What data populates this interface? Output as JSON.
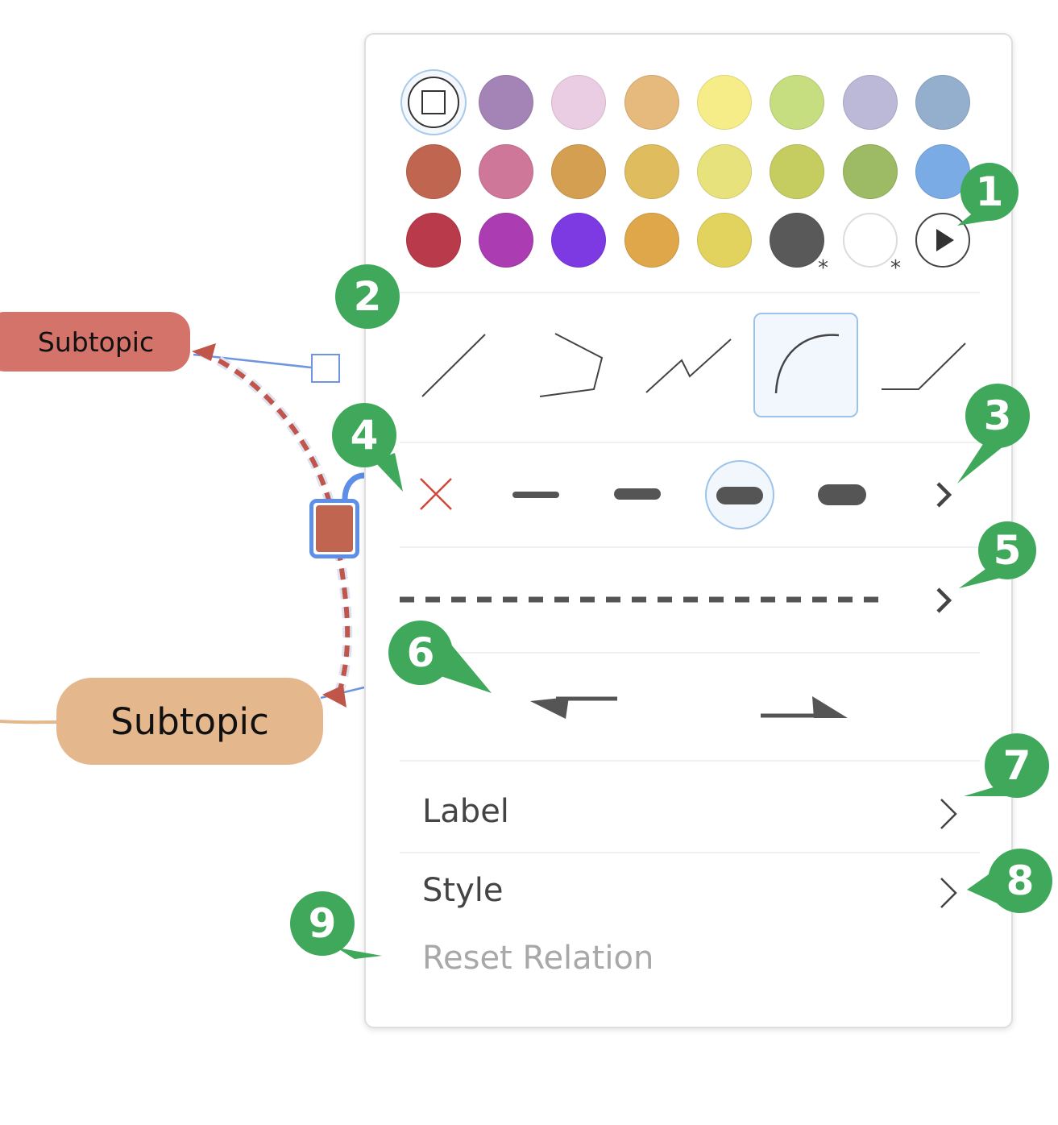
{
  "canvas": {
    "topics": [
      {
        "label": "Subtopic",
        "color": "#d4736a"
      },
      {
        "label": "Subtopic",
        "color": "#e5b78c"
      }
    ],
    "relation_color": "#c0554a",
    "connector_color": "#6f95e0"
  },
  "panel": {
    "colors": {
      "row1": [
        "none",
        "#a484b6",
        "#ebcde3",
        "#e6b97d",
        "#f7ed88",
        "#c6dd80",
        "#bcb9d8",
        "#94afce"
      ],
      "row2": [
        "#c0654f",
        "#ce7799",
        "#d49f51",
        "#dfbd5f",
        "#e8e27c",
        "#c5cc60",
        "#9cbb64",
        "#7aabe4"
      ],
      "row3": [
        "#b83a4b",
        "#ab3cb1",
        "#7d3ae3",
        "#dfa64a",
        "#e1d35d",
        "#595959",
        "#ffffff",
        "more"
      ]
    },
    "color_asterisk": "*",
    "line_shapes": [
      "straight",
      "elbow-angled",
      "zigzag",
      "curved",
      "step"
    ],
    "selected_line_shape": "curved",
    "line_weights": [
      "none",
      "thin",
      "medium",
      "thick",
      "extra-thick"
    ],
    "selected_line_weight": "thick",
    "dash_pattern": "dashed",
    "arrow_ends": [
      "arrow-begin",
      "arrow-end"
    ],
    "menu": {
      "label": "Label",
      "style": "Style",
      "reset": "Reset Relation"
    }
  },
  "callouts": [
    "1",
    "2",
    "3",
    "4",
    "5",
    "6",
    "7",
    "8",
    "9"
  ],
  "icons": {
    "no-color": "square-outline-icon",
    "more-colors": "play-icon",
    "no-weight": "x-icon",
    "expand": "chevron-right-icon"
  }
}
